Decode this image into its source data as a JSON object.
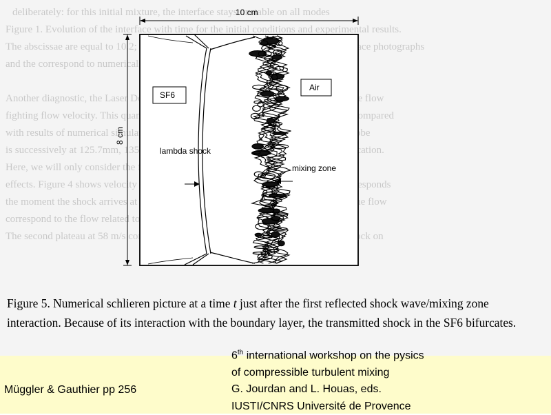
{
  "figure": {
    "width_label": "10 cm",
    "height_label": "8 cm",
    "left_gas_label": "SF6",
    "right_gas_label": "Air",
    "shock_label": "lambda shock",
    "zone_label": "mixing zone"
  },
  "caption": {
    "part1": "Figure 5. Numerical schlieren picture at a time ",
    "time_symbol": "t",
    "part2": " just after the first reflected shock wave/mixing zone interaction.  Because of its interaction with the boundary layer, the transmitted shock in the SF6 bifurcates."
  },
  "footer": {
    "ref_left": "Müggler & Gauthier pp 256",
    "line1_num": "6",
    "line1_sup": "th",
    "line1_rest": " international workshop on the pysics",
    "line2": "of compressible turbulent mixing",
    "line3": "G. Jourdan and L. Houas, eds.",
    "line4": "IUSTI/CNRS Université de Provence"
  },
  "colors": {
    "footer_bg": "#fefccb",
    "scan_bg": "#f4f4f4"
  }
}
